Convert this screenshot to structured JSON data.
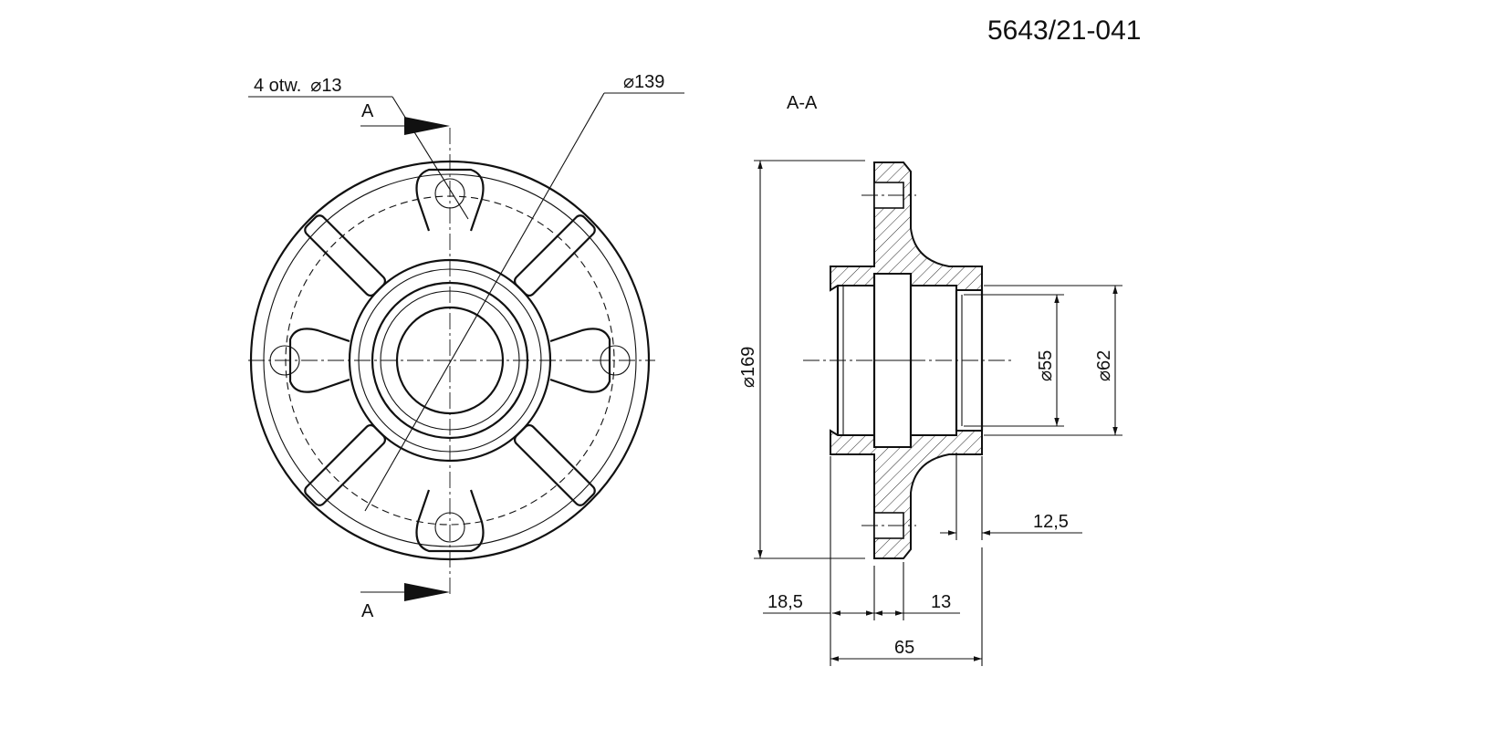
{
  "drawing": {
    "part_number": "5643/21-041",
    "front_view": {
      "holes_label": "4 otw.",
      "holes_diameter": "13",
      "pcd_diameter": "139",
      "section_mark_top": "A",
      "section_mark_bottom": "A"
    },
    "section_view": {
      "title": "A-A",
      "dims": {
        "outer_diameter": "169",
        "bore_diameter_1": "55",
        "bore_diameter_2": "62",
        "recess_depth": "12,5",
        "left_length": "18,5",
        "flange_thickness": "13",
        "total_length": "65"
      }
    }
  }
}
